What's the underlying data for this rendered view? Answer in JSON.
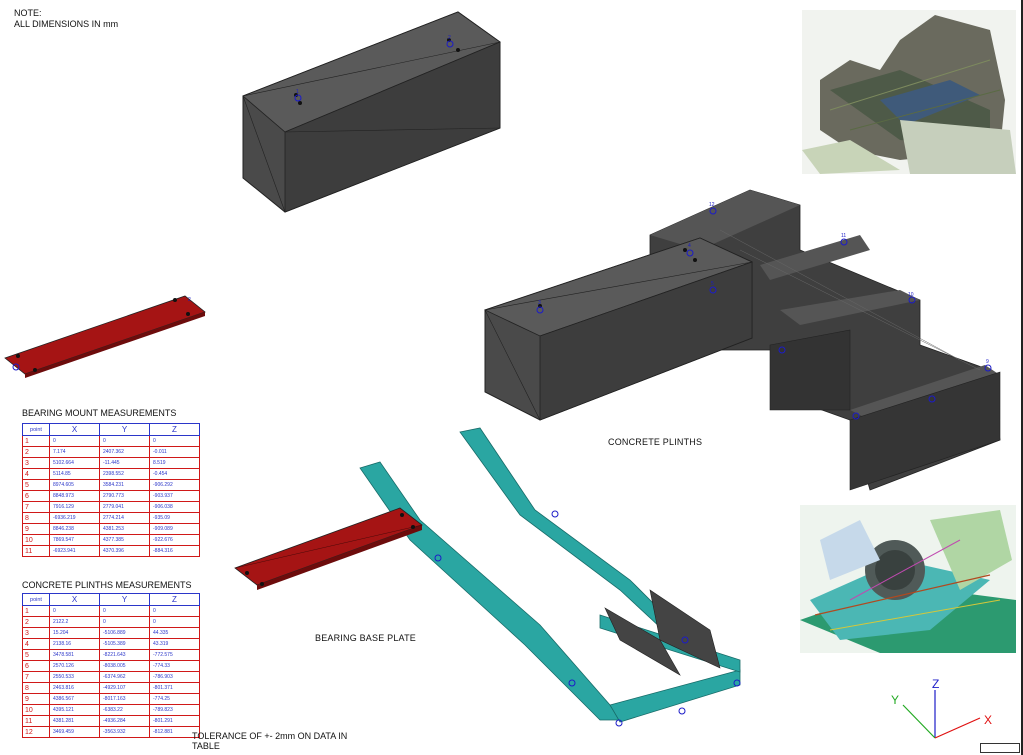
{
  "note": {
    "line1": "NOTE:",
    "line2": "ALL DIMENSIONS IN mm"
  },
  "captions": {
    "concrete_plinths": "CONCRETE PLINTHS",
    "bearing_base_plate": "BEARING BASE PLATE",
    "tolerance": "TOLERANCE OF +- 2mm ON DATA IN TABLE"
  },
  "bearing_mount": {
    "title": "BEARING MOUNT MEASUREMENTS",
    "headers": [
      "point",
      "X",
      "Y",
      "Z"
    ],
    "rows": [
      [
        "1",
        "0",
        "0",
        "0"
      ],
      [
        "2",
        "7.174",
        "2407.362",
        "-0.011"
      ],
      [
        "3",
        "5102.664",
        "-11.445",
        "8.519"
      ],
      [
        "4",
        "5114.85",
        "2398.552",
        "-0.454"
      ],
      [
        "5",
        "8974.605",
        "3584.231",
        "-906.292"
      ],
      [
        "6",
        "8848.973",
        "2790.773",
        "-903.937"
      ],
      [
        "7",
        "7916.129",
        "2779.041",
        "-906.038"
      ],
      [
        "8",
        "-6936.219",
        "2774.214",
        "-935.09"
      ],
      [
        "9",
        "8846.238",
        "4381.253",
        "-909.089"
      ],
      [
        "10",
        "7869.547",
        "4377.385",
        "-922.676"
      ],
      [
        "11",
        "-6923.941",
        "4370.396",
        "-884.316"
      ]
    ]
  },
  "concrete_plinths": {
    "title": "CONCRETE PLINTHS MEASUREMENTS",
    "headers": [
      "point",
      "X",
      "Y",
      "Z"
    ],
    "rows": [
      [
        "1",
        "0",
        "0",
        "0"
      ],
      [
        "2",
        "2122.2",
        "0",
        "0"
      ],
      [
        "3",
        "15.204",
        "-5106.889",
        "44.335"
      ],
      [
        "4",
        "2138.16",
        "-5105.389",
        "43.319"
      ],
      [
        "5",
        "3478.581",
        "-8221.643",
        "-772.575"
      ],
      [
        "6",
        "2570.126",
        "-8038.005",
        "-774.33"
      ],
      [
        "7",
        "2550.533",
        "-6374.962",
        "-786.903"
      ],
      [
        "8",
        "2463.816",
        "-4929.107",
        "-801.371"
      ],
      [
        "9",
        "4386.567",
        "-8017.163",
        "-774.25"
      ],
      [
        "10",
        "4395.121",
        "-6383.22",
        "-789.823"
      ],
      [
        "11",
        "4381.281",
        "-4936.284",
        "-801.291"
      ],
      [
        "12",
        "3469.459",
        "-3563.932",
        "-812.881"
      ]
    ]
  },
  "axes": {
    "x": "X",
    "y": "Y",
    "z": "Z"
  },
  "point_labels": {
    "p1": "1",
    "p2": "2",
    "p3": "3",
    "p4": "4",
    "p5": "5",
    "p9": "9",
    "p10": "10",
    "p11": "11",
    "p12": "12"
  },
  "colors": {
    "concrete": "#4a4a4a",
    "plate": "#a51414",
    "frame": "#2aa6a2",
    "table_border": "#d01818",
    "header_border": "#2b36c9",
    "axis_x": "#e01010",
    "axis_y": "#22aa22",
    "axis_z": "#1c1cc8"
  }
}
